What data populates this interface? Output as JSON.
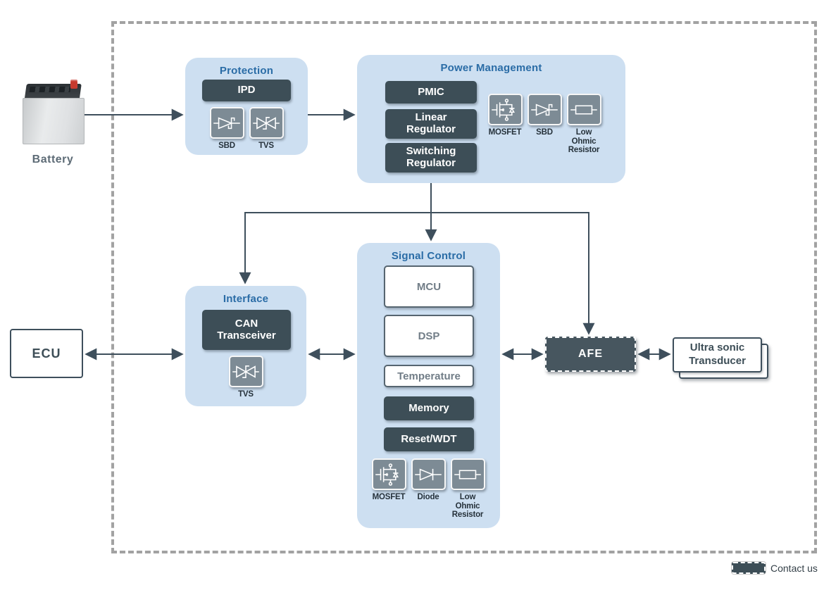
{
  "colors": {
    "panel_bg": "#cddff1",
    "panel_title": "#2a6ca6",
    "dark_chip": "#3d4e57",
    "icon_tile": "#7d8b95",
    "connector": "#3e4f5c",
    "boundary_dash": "#a2a2a2",
    "afe_bg": "#47565f"
  },
  "battery": {
    "label": "Battery"
  },
  "protection": {
    "title": "Protection",
    "chip": "IPD",
    "icons": [
      {
        "icon": "sbd-diode",
        "label": "SBD"
      },
      {
        "icon": "tvs-diode",
        "label": "TVS"
      }
    ]
  },
  "power_management": {
    "title": "Power Management",
    "chips": [
      "PMIC",
      "Linear Regulator",
      "Switching Regulator"
    ],
    "icons": [
      {
        "icon": "mosfet",
        "label": "MOSFET"
      },
      {
        "icon": "sbd-diode",
        "label": "SBD"
      },
      {
        "icon": "resistor",
        "label": "Low Ohmic Resistor"
      }
    ]
  },
  "signal_control": {
    "title": "Signal Control",
    "outline_boxes": [
      "MCU",
      "DSP",
      "Temperature"
    ],
    "chips": [
      "Memory",
      "Reset/WDT"
    ],
    "icons": [
      {
        "icon": "mosfet",
        "label": "MOSFET"
      },
      {
        "icon": "diode",
        "label": "Diode"
      },
      {
        "icon": "resistor",
        "label": "Low Ohmic Resistor"
      }
    ]
  },
  "interface": {
    "title": "Interface",
    "chip": "CAN Transceiver",
    "icons": [
      {
        "icon": "tvs-diode",
        "label": "TVS"
      }
    ]
  },
  "ecu": {
    "label": "ECU"
  },
  "afe": {
    "label": "AFE"
  },
  "ultrasonic_transducer": {
    "label": "Ultra sonic Transducer"
  },
  "legend": {
    "contact_us": "Contact us"
  }
}
